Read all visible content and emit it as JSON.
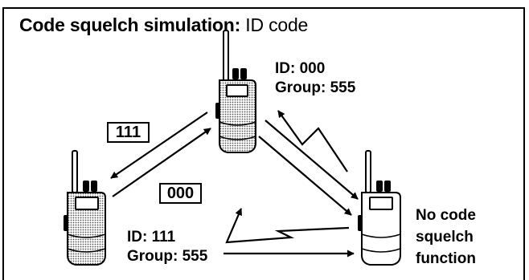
{
  "title": {
    "lead": "Code squelch simulation:",
    "rest": "ID code"
  },
  "radio_top": {
    "id_line": "ID: 000",
    "group_line": "Group: 555"
  },
  "radio_left": {
    "id_line": "ID: 111",
    "group_line": "Group: 555"
  },
  "radio_right": {
    "line1": "No code",
    "line2": "squelch",
    "line3": "function"
  },
  "code_boxes": {
    "upper": "111",
    "lower": "000"
  }
}
